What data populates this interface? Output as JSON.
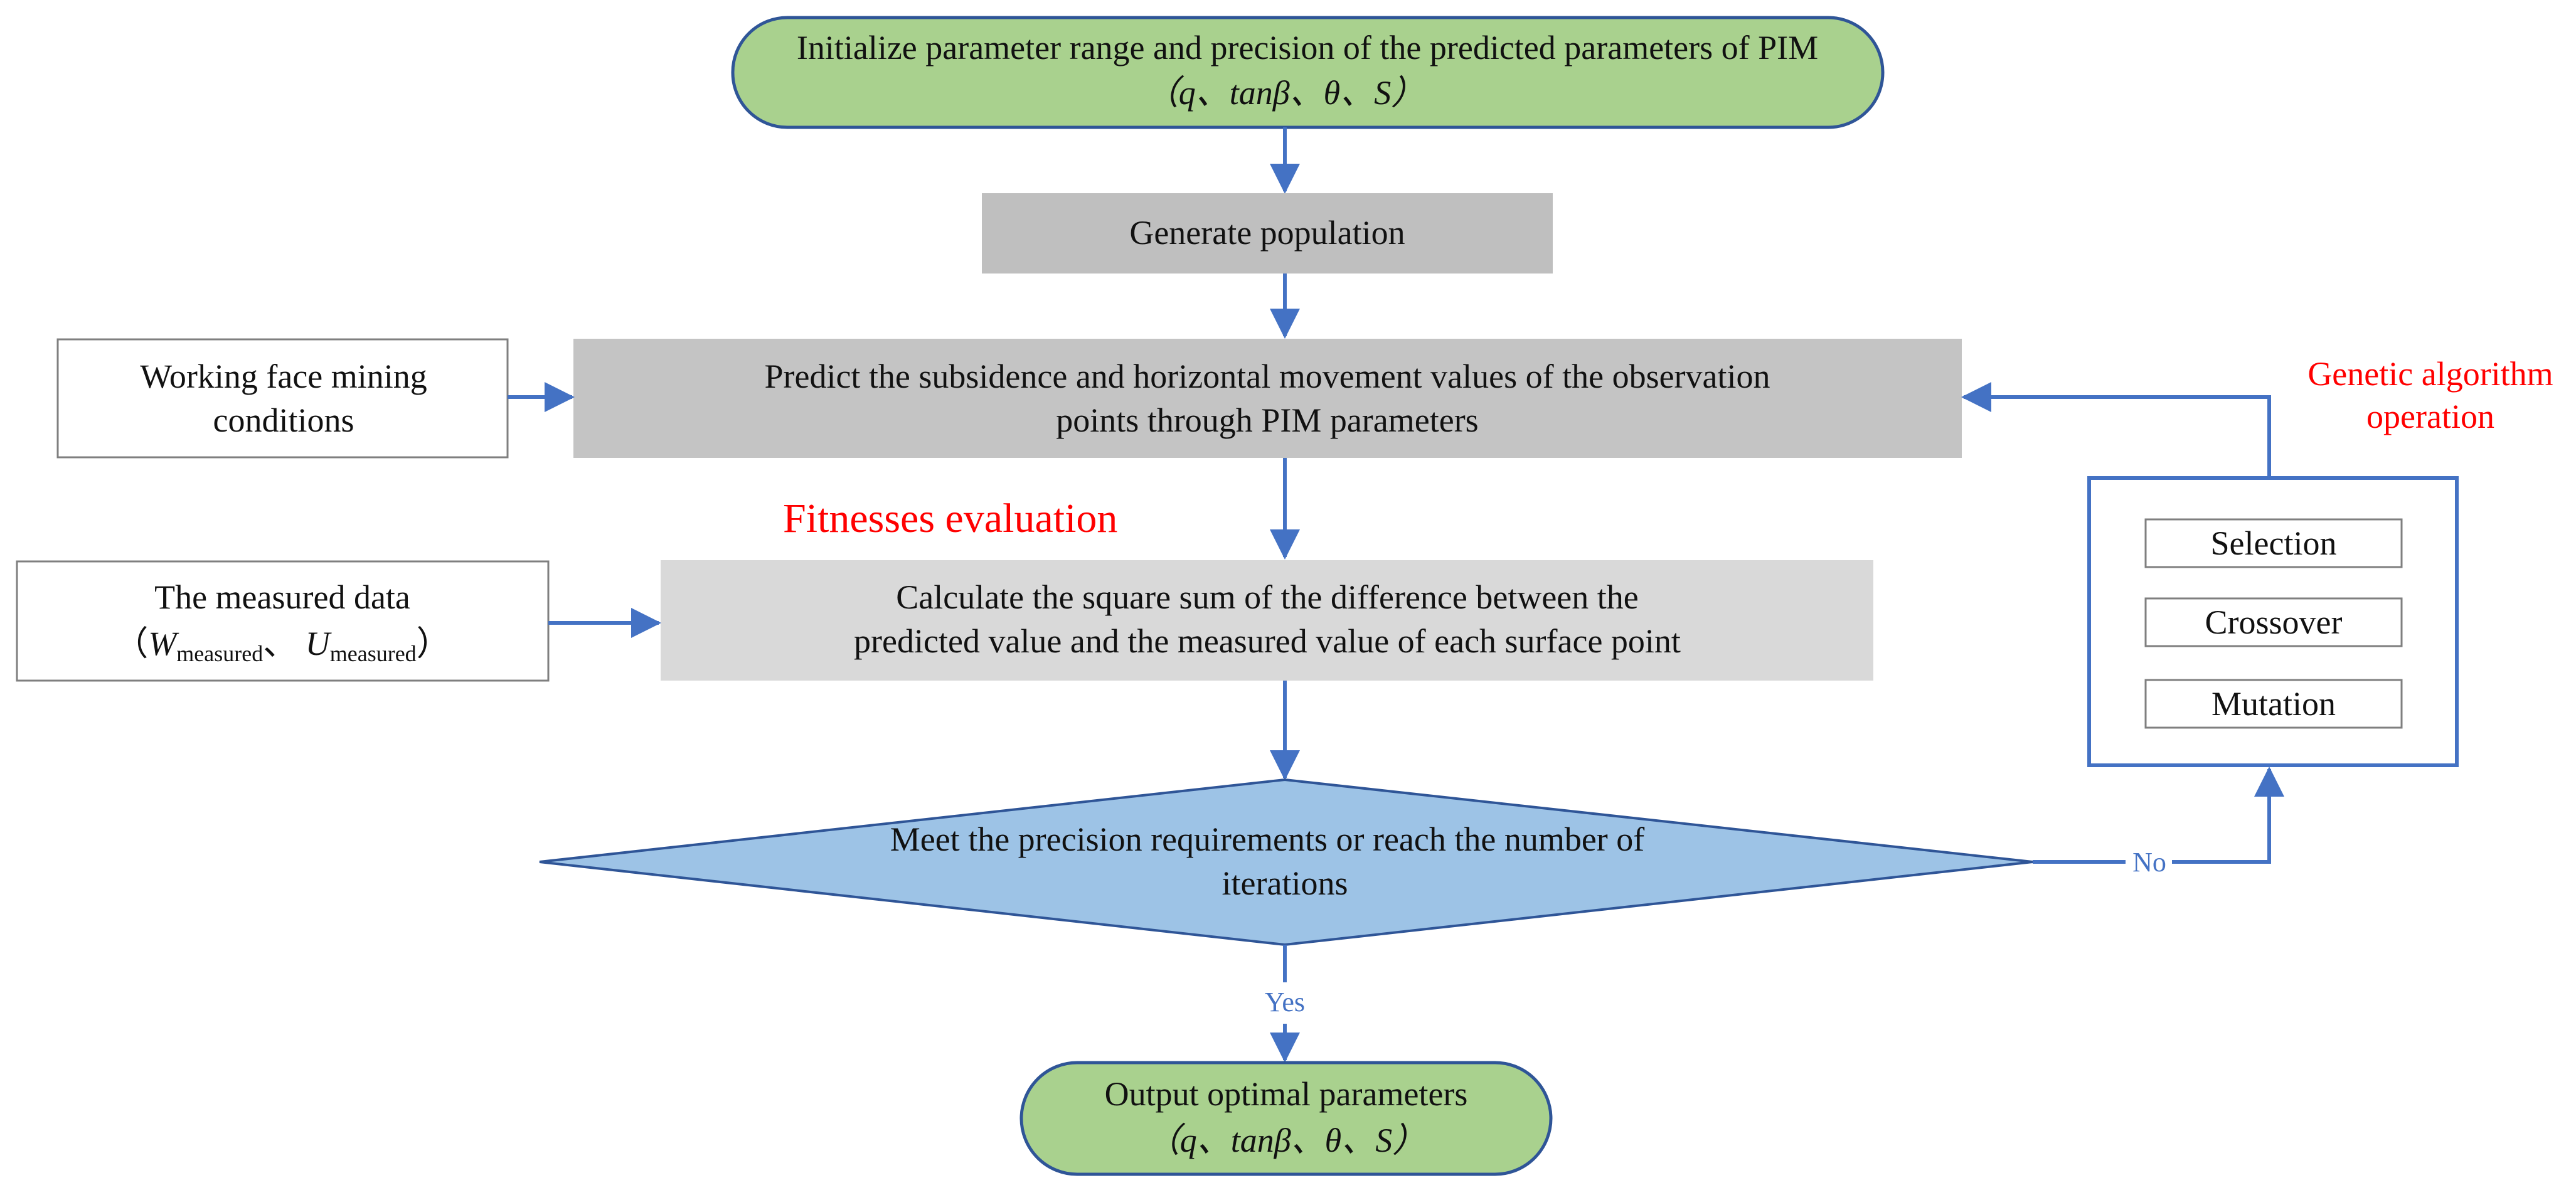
{
  "colors": {
    "terminal_fill": "#a9d18e",
    "terminal_stroke": "#2f5597",
    "dark_gray": "#bfbfbf",
    "darker_gray": "#c4c4c4",
    "light_gray": "#d9d9d9",
    "decision_fill": "#9dc3e6",
    "arrow": "#4472c4",
    "red_text": "#ff0000",
    "box_stroke": "#7f7f7f"
  },
  "nodes": {
    "init": {
      "line1": "Initialize parameter range and precision of the predicted parameters of PIM",
      "line2": "（q、tanβ、θ、S）"
    },
    "generate": {
      "label": "Generate population"
    },
    "predict": {
      "line1": "Predict the subsidence and horizontal movement values of the observation",
      "line2": "points through PIM parameters"
    },
    "working_face": {
      "line1": "Working face mining",
      "line2": "conditions"
    },
    "fitness_label": "Fitnesses evaluation",
    "calculate": {
      "line1": "Calculate the square sum of the difference between the",
      "line2": "predicted value and the measured value of each surface point"
    },
    "measured": {
      "line1": "The measured data",
      "open": "（",
      "w": "W",
      "w_sub": "measured",
      "sep": "、 ",
      "u": "U",
      "u_sub": "measured",
      "close": "）"
    },
    "decision": {
      "line1": "Meet the precision requirements or reach the number of",
      "line2": "iterations"
    },
    "output": {
      "line1": "Output optimal parameters",
      "line2": "（q、tanβ、θ、S）"
    },
    "ga_label": {
      "line1": "Genetic algorithm",
      "line2": "operation"
    },
    "ga_ops": [
      "Selection",
      "Crossover",
      "Mutation"
    ]
  },
  "edges": {
    "yes_label": "Yes",
    "no_label": "No"
  }
}
